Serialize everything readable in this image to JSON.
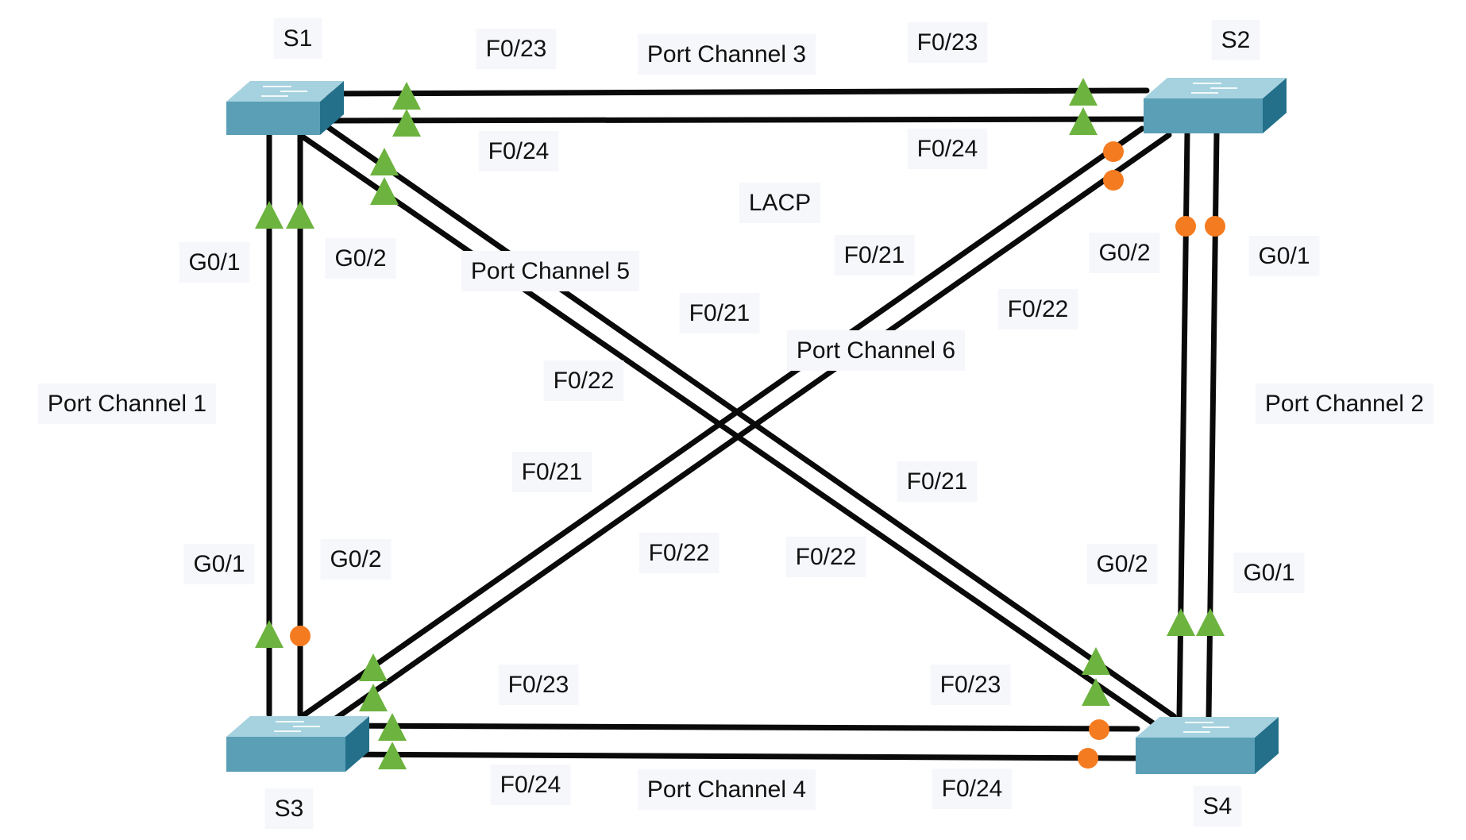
{
  "colors": {
    "cable": "#0a0a0a",
    "link_up": "#6db33f",
    "link_blocked": "#f47b20",
    "switch_top": "#a6d2df",
    "switch_front": "#5a9fb6",
    "switch_side": "#24708a",
    "label_bg": "#f6f7fb"
  },
  "switches": {
    "s1": "S1",
    "s2": "S2",
    "s3": "S3",
    "s4": "S4"
  },
  "protocol": "LACP",
  "channels": {
    "pc1": "Port Channel 1",
    "pc2": "Port Channel 2",
    "pc3": "Port Channel 3",
    "pc4": "Port Channel 4",
    "pc5": "Port Channel 5",
    "pc6": "Port Channel 6"
  },
  "ports": {
    "s1_f023": "F0/23",
    "s1_f024": "F0/24",
    "s1_g01": "G0/1",
    "s1_g02": "G0/2",
    "s1_f021": "F0/21",
    "s1_f022": "F0/22",
    "s2_f023": "F0/23",
    "s2_f024": "F0/24",
    "s2_g02": "G0/2",
    "s2_g01": "G0/1",
    "s2_f021": "F0/21",
    "s2_f022": "F0/22",
    "s3_g01": "G0/1",
    "s3_g02": "G0/2",
    "s3_f021": "F0/21",
    "s3_f022": "F0/22",
    "s3_f023": "F0/23",
    "s3_f024": "F0/24",
    "s4_f021": "F0/21",
    "s4_f022": "F0/22",
    "s4_g02": "G0/2",
    "s4_g01": "G0/1",
    "s4_f023": "F0/23",
    "s4_f024": "F0/24"
  }
}
